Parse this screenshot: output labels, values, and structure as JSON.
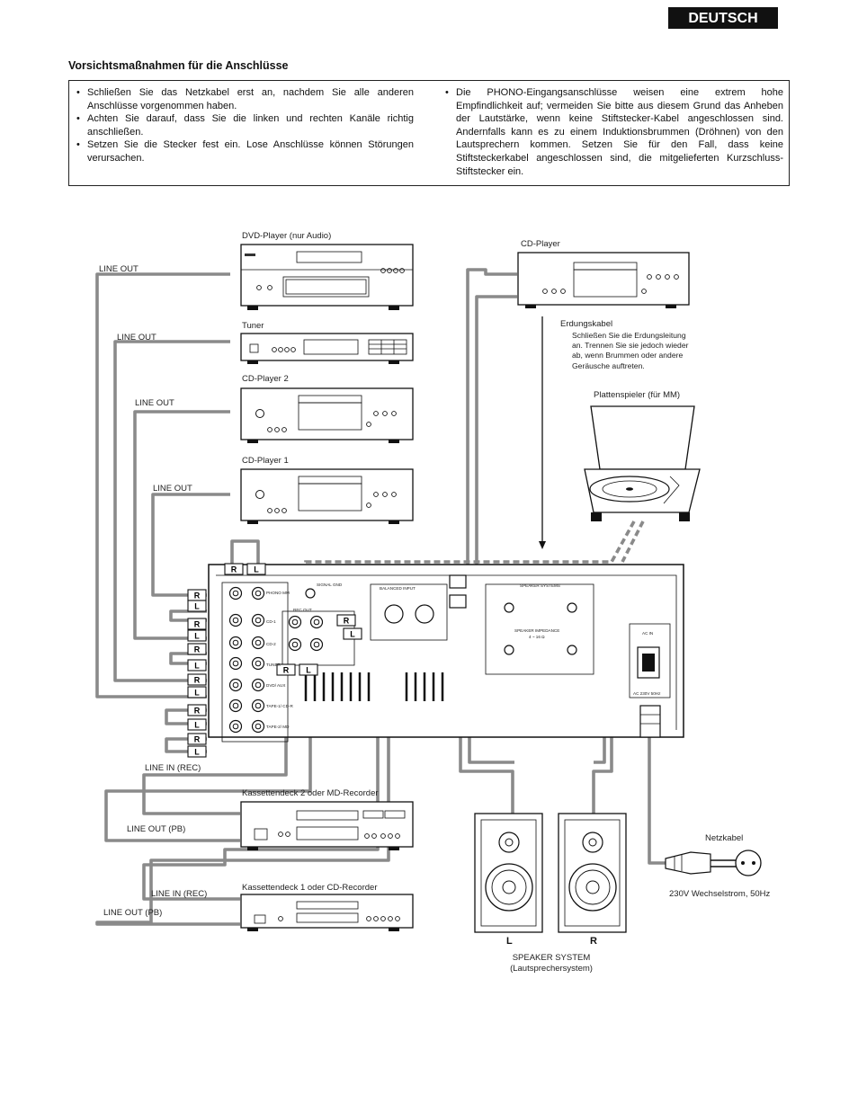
{
  "header": {
    "language_tab": "DEUTSCH"
  },
  "section_title": "Vorsichtsmaßnahmen für die Anschlüsse",
  "notes": {
    "left": [
      "Schließen Sie das Netzkabel erst an, nachdem Sie alle anderen Anschlüsse vorgenommen haben.",
      "Achten Sie darauf, dass Sie die linken und rechten Kanäle richtig anschließen.",
      "Setzen Sie die Stecker fest ein. Lose Anschlüsse können Störungen verursachen."
    ],
    "right": [
      "Die PHONO-Eingangsanschlüsse weisen eine extrem hohe Empfindlichkeit auf; vermeiden Sie bitte aus diesem Grund das Anheben der Lautstärke, wenn keine Stiftstecker-Kabel angeschlossen sind. Andernfalls kann es zu einem Induktionsbrummen (Dröhnen) von den Lautsprechern kommen. Setzen Sie für den Fall, dass keine Stiftsteckerkabel angeschlossen sind, die mitgelieferten Kurzschluss-Stiftstecker ein."
    ]
  },
  "diagram": {
    "devices": {
      "dvd": "DVD-Player (nur Audio)",
      "tuner": "Tuner",
      "cd2": "CD-Player 2",
      "cd1": "CD-Player 1",
      "cd_player": "CD-Player",
      "turntable": "Plattenspieler (für MM)",
      "tape2": "Kassettendeck 2 oder MD-Recorder",
      "tape1": "Kassettendeck 1 oder CD-Recorder"
    },
    "cable_labels": {
      "line_out_dvd": "LINE OUT",
      "line_out_tuner": "LINE OUT",
      "line_out_cd2": "LINE OUT",
      "line_out_cd1": "LINE OUT",
      "line_in_rec_2": "LINE IN (REC)",
      "line_out_pb_2": "LINE OUT (PB)",
      "line_in_rec_1": "LINE IN (REC)",
      "line_out_pb_1": "LINE OUT (PB)"
    },
    "ground": {
      "title": "Erdungskabel",
      "note": [
        "Schließen Sie die Erdungsleitung",
        "an. Trennen Sie sie jedoch wieder",
        "ab, wenn Brummen oder andere",
        "Geräusche auftreten."
      ]
    },
    "power": {
      "cord": "Netzkabel",
      "supply": "230V Wechselstrom, 50Hz"
    },
    "speakers": {
      "left": "L",
      "right": "R",
      "caption": "SPEAKER SYSTEM",
      "caption_sub": "(Lautsprechersystem)"
    },
    "panel": {
      "phono": "PHONO MM",
      "cd1": "CD-1",
      "cd2": "CD-2",
      "tuner": "TUNER",
      "dvd_aux": "DVD/ AUX",
      "tape1": "TAPE-1/ CD-R",
      "tape2": "TAPE-2/ MD",
      "rec_out": "REC OUT",
      "signal_gnd": "SIGNAL GND",
      "balanced": "BALANCED INPUT",
      "speaker_systems": "SPEAKER SYSTEMS",
      "impedance": "SPEAKER IMPEDANCE",
      "impedance_val": "4 ~ 16 Ω",
      "ac_in": "AC IN",
      "ac_rating": "AC 230V 50Hz"
    }
  }
}
